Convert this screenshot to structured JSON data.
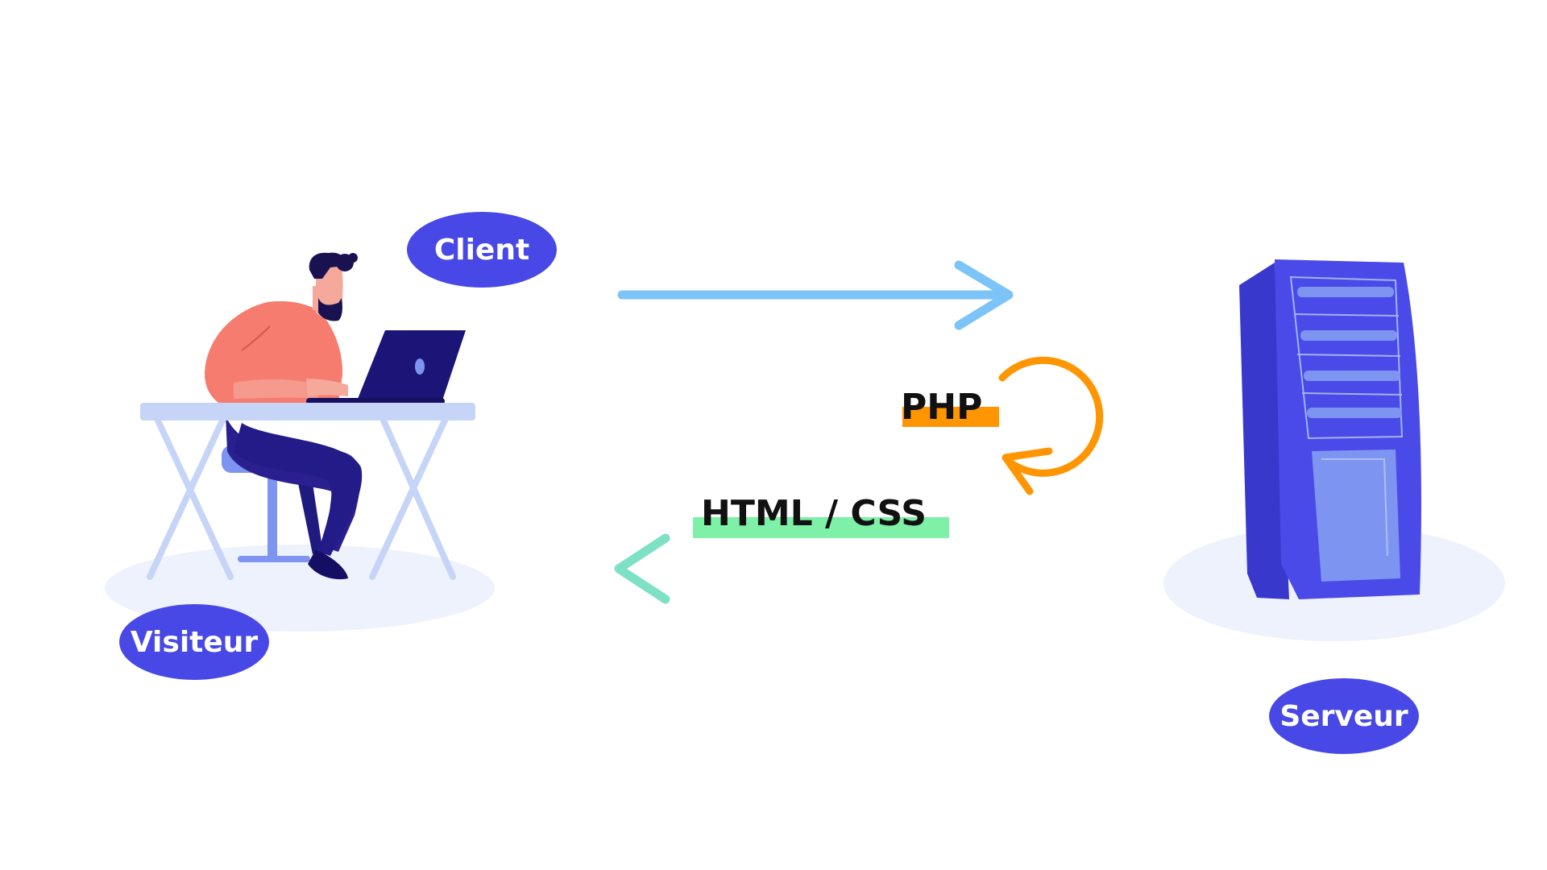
{
  "labels": {
    "client": "Client",
    "visitor": "Visiteur",
    "server": "Serveur",
    "php": "PHP",
    "html_css": "HTML / CSS"
  },
  "colors": {
    "pill": "#4748e6",
    "request_arrow": "#7cc3f7",
    "response_arrow": "#7eeab3",
    "php_accent": "#ff9500",
    "html_css_highlight": "#7ef0a8",
    "server_body": "#4a4ae8",
    "shirt": "#f57c6e",
    "laptop": "#1a1577",
    "desk": "#c6d4f8",
    "shadow": "#eef2fd"
  },
  "icons": {
    "visitor": "person-at-laptop-illustration",
    "server": "server-tower-illustration",
    "process": "circular-arrow-icon"
  }
}
